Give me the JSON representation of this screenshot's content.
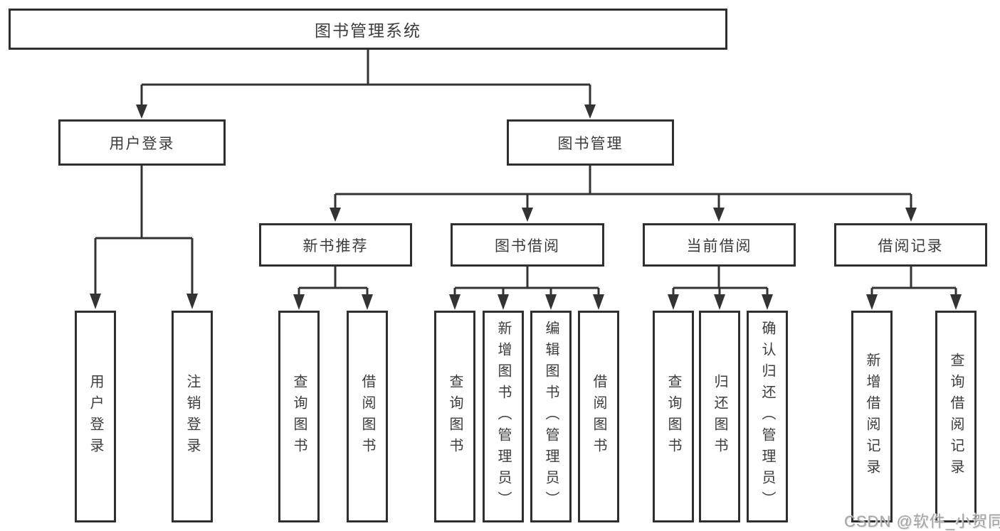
{
  "diagram": {
    "type": "tree",
    "root": {
      "label": "图书管理系统"
    },
    "level2": [
      {
        "label": "用户登录",
        "parent": "图书管理系统"
      },
      {
        "label": "图书管理",
        "parent": "图书管理系统"
      }
    ],
    "level3": [
      {
        "label": "新书推荐",
        "parent": "图书管理"
      },
      {
        "label": "图书借阅",
        "parent": "图书管理"
      },
      {
        "label": "当前借阅",
        "parent": "图书管理"
      },
      {
        "label": "借阅记录",
        "parent": "图书管理"
      }
    ],
    "leaves": [
      {
        "label": "用户登录",
        "parent": "用户登录"
      },
      {
        "label": "注销登录",
        "parent": "用户登录"
      },
      {
        "label": "查询图书",
        "parent": "新书推荐"
      },
      {
        "label": "借阅图书",
        "parent": "新书推荐"
      },
      {
        "label": "查询图书",
        "parent": "图书借阅"
      },
      {
        "label": "新增图书（管理员）",
        "parent": "图书借阅"
      },
      {
        "label": "编辑图书（管理员）",
        "parent": "图书借阅"
      },
      {
        "label": "借阅图书",
        "parent": "图书借阅"
      },
      {
        "label": "查询图书",
        "parent": "当前借阅"
      },
      {
        "label": "归还图书",
        "parent": "当前借阅"
      },
      {
        "label": "确认归还（管理员）",
        "parent": "当前借阅"
      },
      {
        "label": "新增借阅记录",
        "parent": "借阅记录"
      },
      {
        "label": "查询借阅记录",
        "parent": "借阅记录"
      }
    ],
    "watermark": "CSDN @软件_小贺同学",
    "colors": {
      "line": "#333333",
      "box_border": "#2f2f2f",
      "text": "#3c3c3c",
      "watermark": "#a3a3a3",
      "background": "#ffffff"
    }
  }
}
